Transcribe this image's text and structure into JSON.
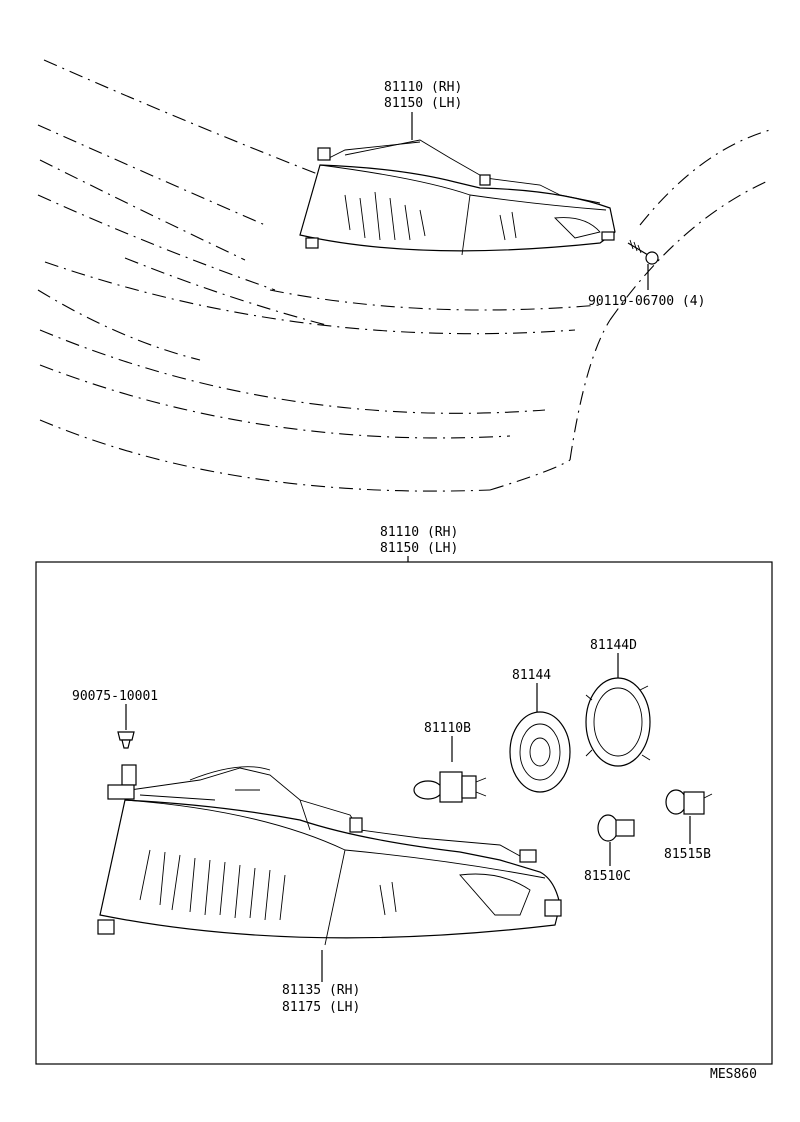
{
  "labels": {
    "top_assembly_rh": "81110 (RH)",
    "top_assembly_lh": "81150 (LH)",
    "screw": "90119-06700 (4)",
    "box_assembly_rh": "81110 (RH)",
    "box_assembly_lh": "81150 (LH)",
    "clip": "90075-10001",
    "bulb_h4": "81110B",
    "socket_cover": "81144",
    "retainer_ring": "81144D",
    "lens_rh": "81135 (RH)",
    "lens_lh": "81175 (LH)",
    "bulb_small": "81510C",
    "socket_small": "81515B",
    "diagram_code": "MES860"
  }
}
